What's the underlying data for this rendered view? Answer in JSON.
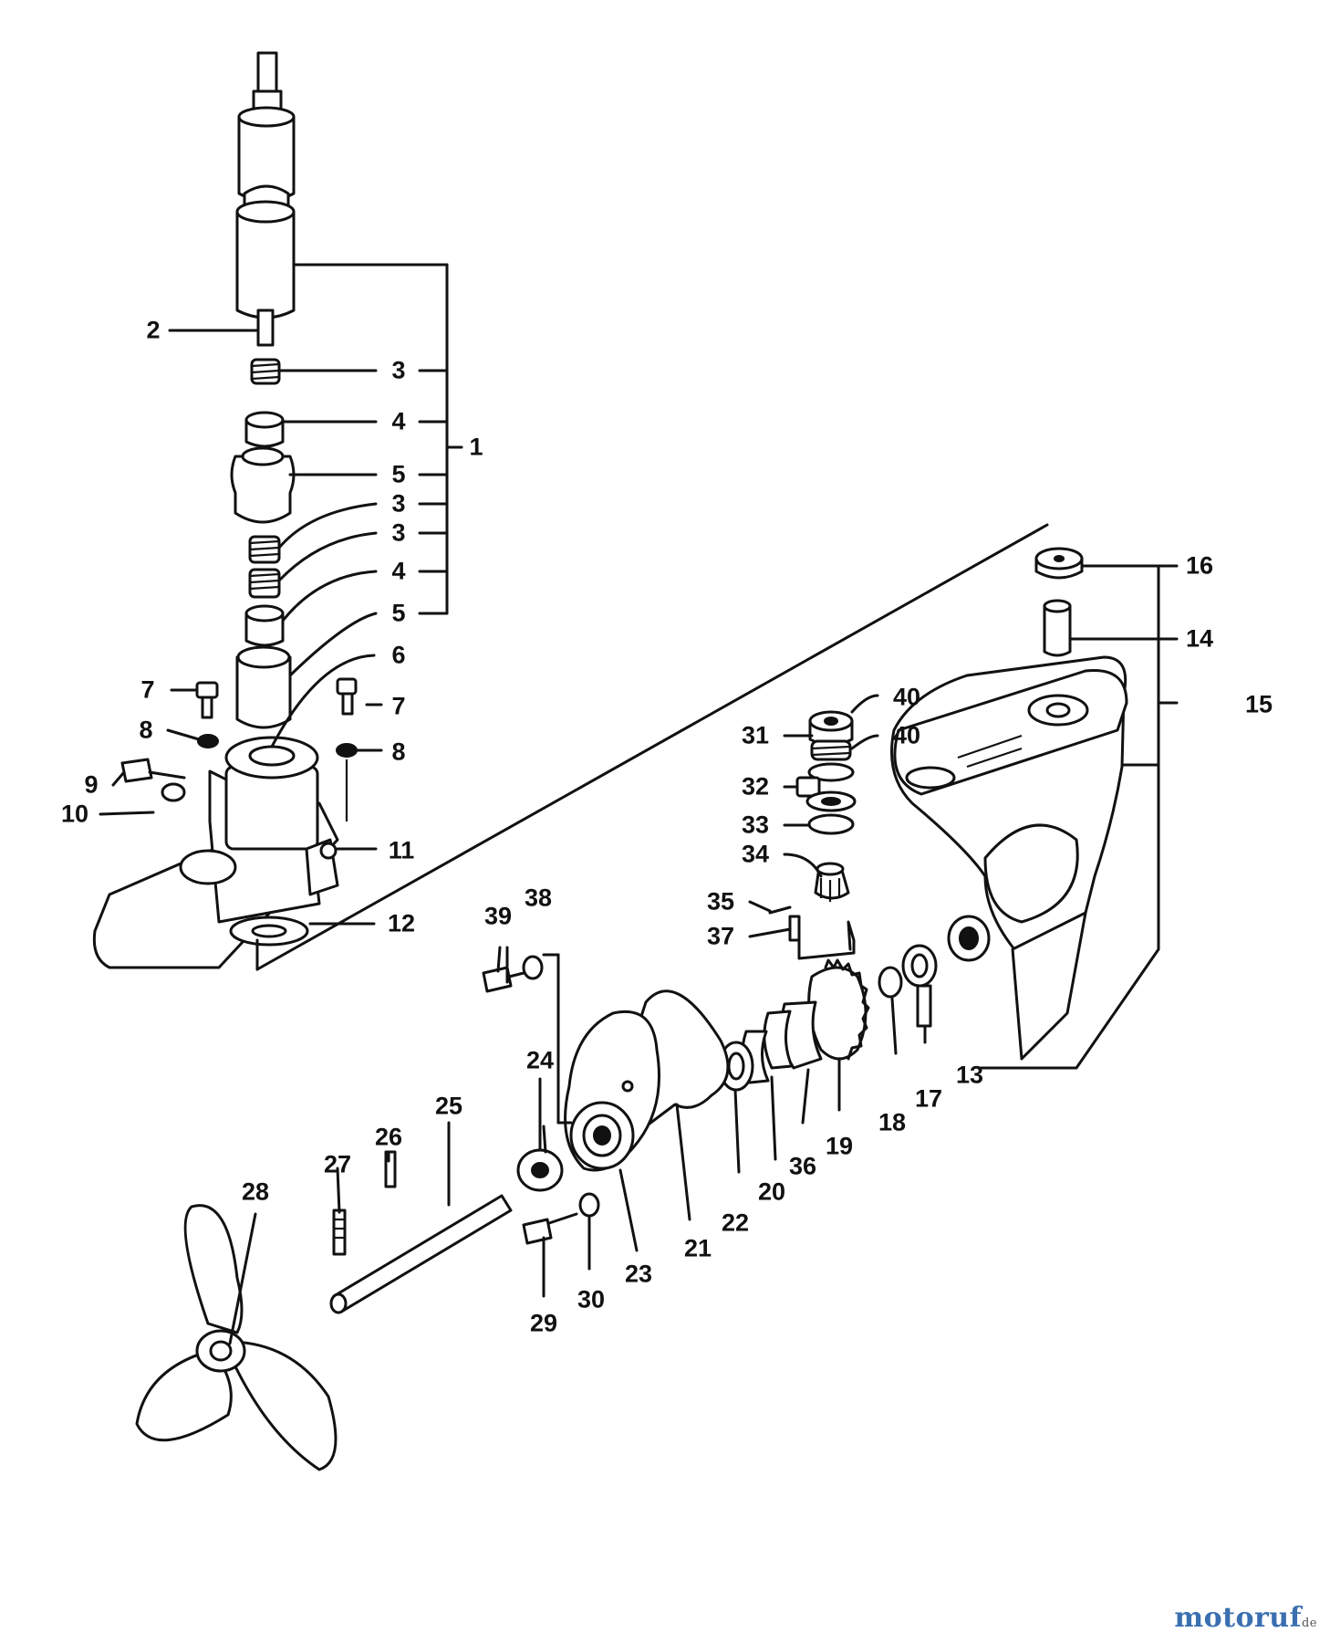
{
  "diagram": {
    "callouts": [
      "1",
      "2",
      "3",
      "3",
      "3",
      "4",
      "4",
      "5",
      "5",
      "6",
      "7",
      "7",
      "8",
      "8",
      "9",
      "10",
      "11",
      "12",
      "13",
      "14",
      "15",
      "16",
      "17",
      "18",
      "19",
      "20",
      "21",
      "22",
      "23",
      "24",
      "25",
      "26",
      "27",
      "28",
      "29",
      "30",
      "31",
      "32",
      "33",
      "34",
      "35",
      "36",
      "37",
      "38",
      "39",
      "40",
      "40"
    ]
  },
  "watermark": {
    "text": "motoruf",
    "suffix": "de"
  }
}
